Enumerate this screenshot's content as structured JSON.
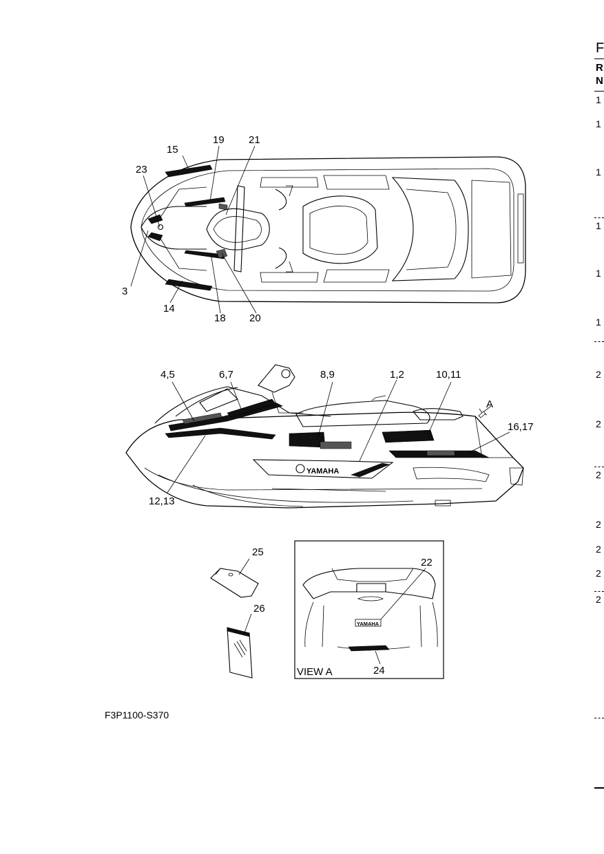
{
  "figure_code": "F3P1100-S370",
  "view_label": "VIEW A",
  "arrow_label": "A",
  "callouts": {
    "top": [
      "15",
      "19",
      "21",
      "23",
      "3",
      "14",
      "18",
      "20"
    ],
    "side": [
      "4,5",
      "6,7",
      "8,9",
      "1,2",
      "10,11",
      "16,17",
      "12,13"
    ],
    "yamaha_text": "YAMAHA",
    "loose": [
      "25",
      "26"
    ],
    "view": [
      "22",
      "24"
    ]
  },
  "edge_column": {
    "header": [
      "F",
      "R",
      "N"
    ],
    "rows": [
      "1",
      "1",
      "1",
      "1",
      "1",
      "1",
      "2",
      "2",
      "2",
      "2",
      "2",
      "2",
      "2"
    ]
  }
}
